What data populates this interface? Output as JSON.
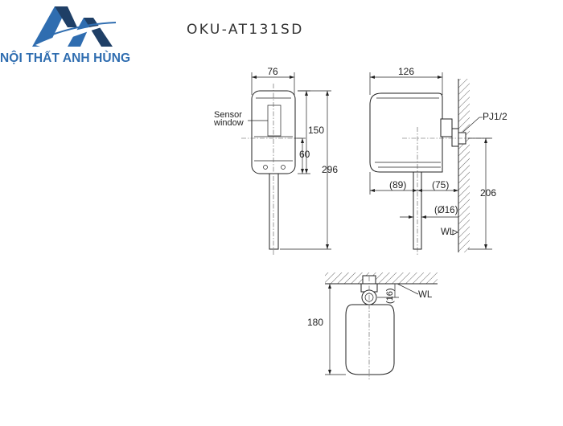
{
  "brand": {
    "name": "NỘI THẤT ANH HÙNG",
    "logo_icon": "mountain-a-logo",
    "colors": {
      "primary": "#2f6db0",
      "dark": "#1f3f66"
    }
  },
  "product": {
    "model": "OKU-AT131SD"
  },
  "front_view": {
    "width_label": "76",
    "sensor_label_line1": "Sensor",
    "sensor_label_line2": "window",
    "dim_150": "150",
    "dim_60": "60",
    "dim_296": "296"
  },
  "side_view": {
    "width_label": "126",
    "connection_label": "PJ1/2",
    "dim_89": "(89)",
    "dim_75": "(75)",
    "dim_206": "206",
    "pipe_diameter": "(Ø16)",
    "wall_line": "WL"
  },
  "top_view": {
    "wall_line": "WL",
    "dim_16": "(16)",
    "dim_180": "180"
  }
}
